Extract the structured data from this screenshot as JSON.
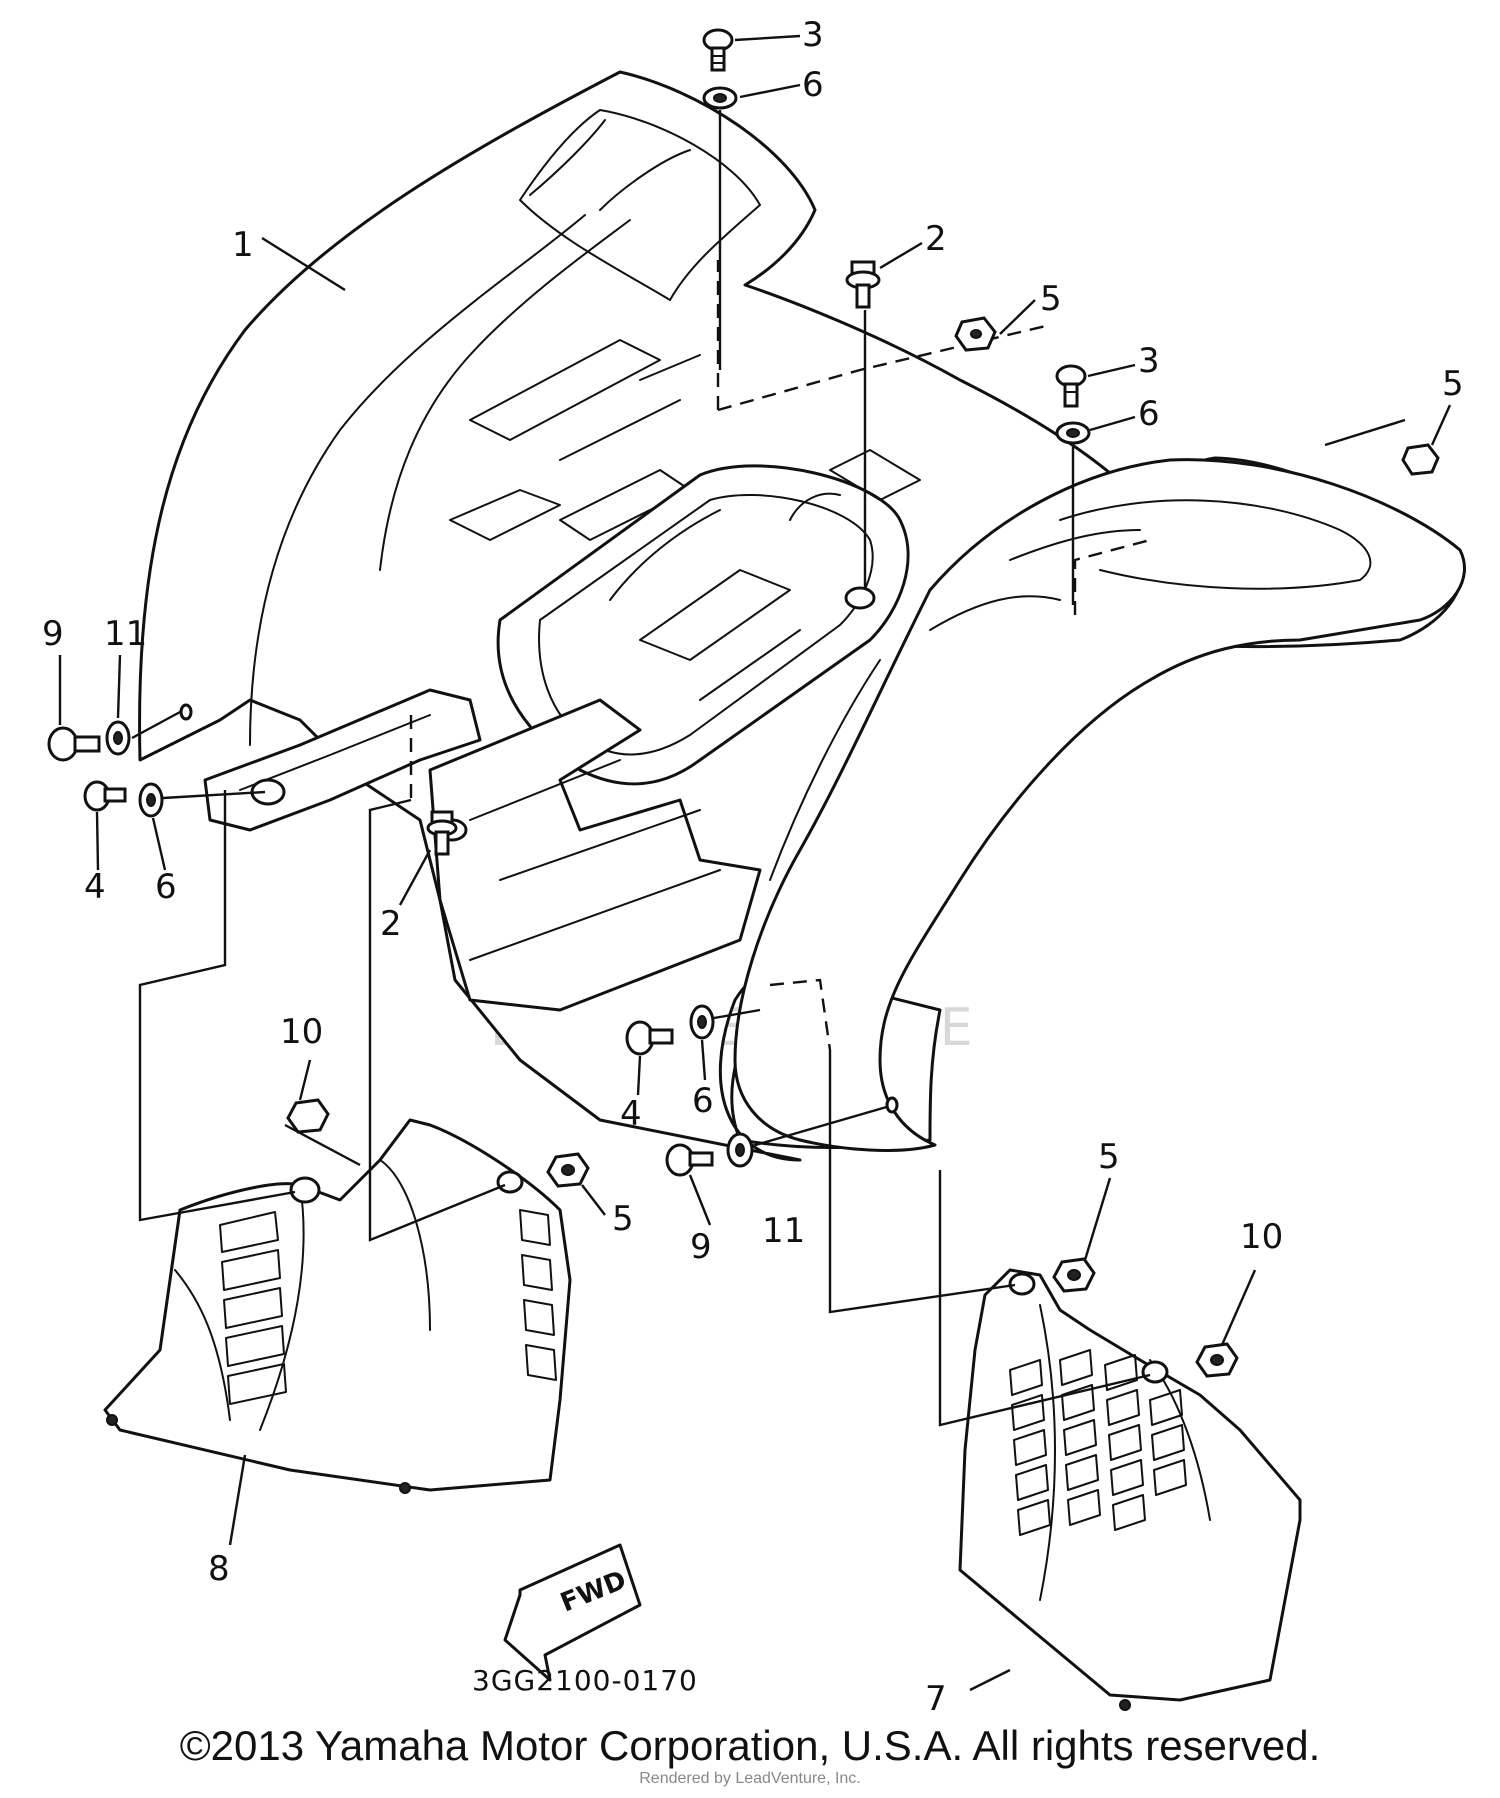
{
  "callouts": {
    "p1": "1",
    "p2a": "2",
    "p2b": "2",
    "p3a": "3",
    "p3b": "3",
    "p4a": "4",
    "p4b": "4",
    "p5a": "5",
    "p5b": "5",
    "p5c": "5",
    "p5d": "5",
    "p6a": "6",
    "p6b": "6",
    "p6c": "6",
    "p6d": "6",
    "p7": "7",
    "p8": "8",
    "p9a": "9",
    "p9b": "9",
    "p10a": "10",
    "p10b": "10",
    "p11a": "11",
    "p11b": "11"
  },
  "fwd_label": "FWD",
  "diagram_code": "3GG2100-0170",
  "watermark": "LEADVENTURE",
  "copyright": "©2013 Yamaha Motor Corporation, U.S.A. All rights reserved.",
  "rendered_by": "Rendered by LeadVenture, Inc."
}
